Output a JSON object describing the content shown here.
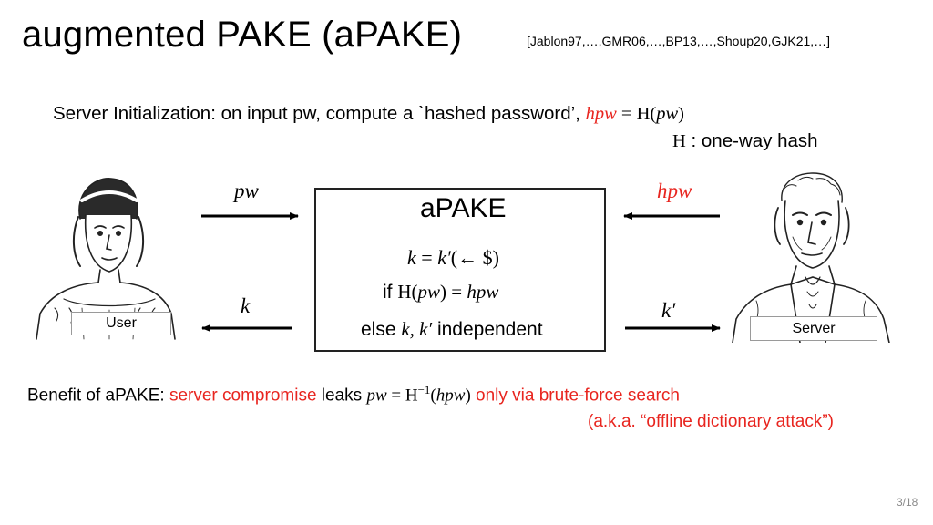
{
  "title": "augmented PAKE (aPAKE)",
  "references": "[Jablon97,…,GMR06,…,BP13,…,Shoup20,GJK21,…]",
  "server_init": {
    "prefix": "Server Initialization:  on input pw, compute a `hashed password’, ",
    "hpw": "hpw",
    "equals": " = ",
    "H": "H",
    "paren_open": "(",
    "pw": "pw",
    "paren_close": ")",
    "hash_H": "H",
    "hash_note": " : one-way hash"
  },
  "apake_box": {
    "title": "aPAKE",
    "key_k": "k",
    "key_eq": " = ",
    "key_kprime": "k′",
    "key_rest": "(← $)",
    "if_prefix": "if  ",
    "if_H": "H",
    "if_open": "(",
    "if_pw": "pw",
    "if_close": ")",
    "if_eq": " = ",
    "if_hpw": "hpw",
    "else_prefix": "else ",
    "else_keys": "k, k′",
    "else_suffix": " independent"
  },
  "arrows": {
    "pw_label": "pw",
    "hpw_label": "hpw",
    "k_label": "k",
    "kprime_label": "k′"
  },
  "parties": {
    "user_label": "User",
    "server_label": "Server"
  },
  "benefit": {
    "prefix": "Benefit of aPAKE:  ",
    "red1": "server compromise",
    "middle": " leaks  ",
    "pw": "pw",
    "eq": " = ",
    "H": "H",
    "sup": "−1",
    "open": "(",
    "hpw": "hpw",
    "close": ")",
    "red2": "  only via brute-force search",
    "aka": "(a.k.a. “offline dictionary attack”)"
  },
  "page_number": "3/18",
  "colors": {
    "accent_red": "#e8251f",
    "box_border": "#222222"
  },
  "icons": {
    "user": "woman-portrait-sketch",
    "server": "man-portrait-sketch"
  }
}
